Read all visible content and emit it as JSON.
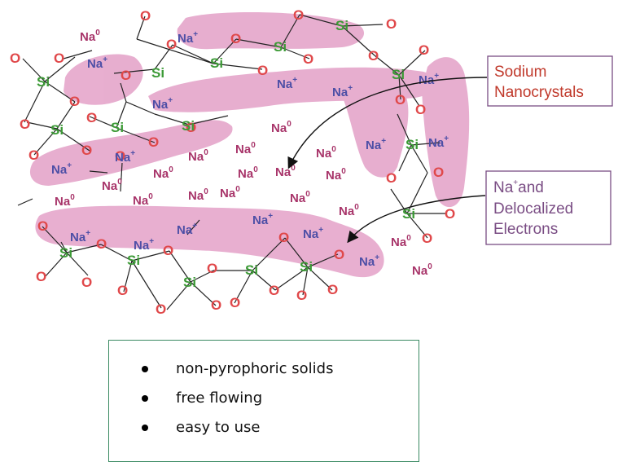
{
  "diagram": {
    "atoms": {
      "oxygen": "O",
      "silicon": "Si",
      "sodium": "Na",
      "ion_charge": "+",
      "neutral_charge": "0"
    },
    "callouts": {
      "nanocrystals": {
        "lines": [
          "Sodium",
          "Nanocrystals"
        ],
        "color": "#c0392b"
      },
      "electrons": {
        "line1_a": "Na",
        "line1_sup": "+",
        "line1_b": "and",
        "line2": "Delocalized",
        "line3": "Electrons",
        "color": "#7a4d84"
      }
    },
    "colors": {
      "blob": "#e6a8cc",
      "oxygen": "#e0484a",
      "silicon": "#3c9a36",
      "sodium_ion": "#4d4fa6",
      "sodium_neutral": "#a8356a"
    }
  },
  "features": {
    "items": [
      "non-pyrophoric solids",
      "free flowing",
      "easy to use"
    ]
  }
}
